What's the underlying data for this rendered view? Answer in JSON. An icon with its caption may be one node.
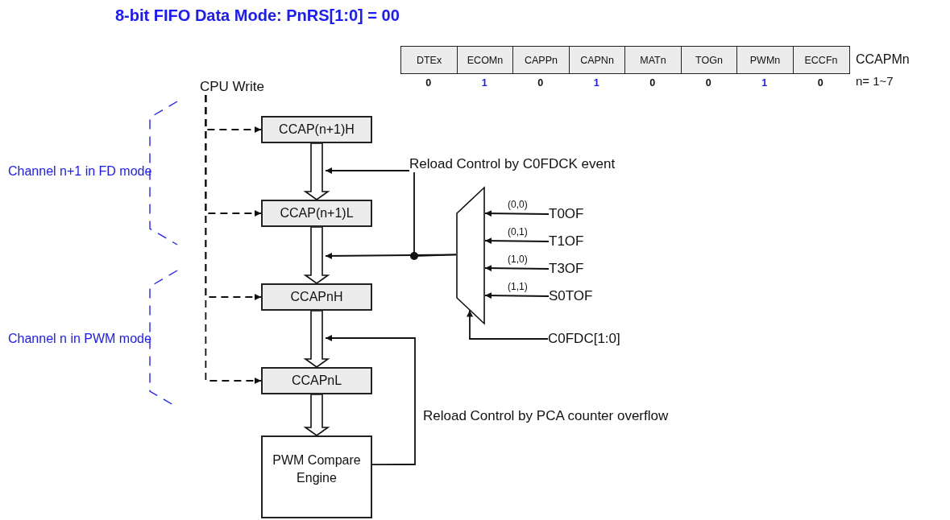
{
  "diagram": {
    "title": "8-bit FIFO Data Mode: PnRS[1:0] = 00",
    "nodes": [
      {
        "text": [
          "CPU Write"
        ]
      },
      {
        "text": [
          "CCAP(n+1)H"
        ]
      },
      {
        "text": [
          "CCAP(n+1)L"
        ]
      },
      {
        "text": [
          "CCAPnH"
        ]
      },
      {
        "text": [
          "CCAPnL"
        ]
      },
      {
        "text": [
          "PWM Compare Engine"
        ]
      },
      {
        "text": [],
        "shape": "trapezoid"
      },
      {
        "text": [
          "T0OF"
        ]
      },
      {
        "text": [
          "T1OF"
        ]
      },
      {
        "text": [
          "T3OF"
        ]
      },
      {
        "text": [
          "S0TOF"
        ]
      },
      {
        "text": [
          "C0FDC[1:0]"
        ]
      }
    ],
    "edges": [
      {
        "from": 0,
        "to": 1,
        "arrow": "to",
        "style": "dashed"
      },
      {
        "from": 0,
        "to": 2,
        "arrow": "to",
        "style": "dashed"
      },
      {
        "from": 0,
        "to": 3,
        "arrow": "to",
        "style": "dashed"
      },
      {
        "from": 0,
        "to": 4,
        "arrow": "to",
        "style": "dashed"
      },
      {
        "from": 1,
        "to": 2,
        "arrow": "to",
        "style": "thick"
      },
      {
        "from": 2,
        "to": 3,
        "arrow": "to",
        "style": "thick"
      },
      {
        "from": 3,
        "to": 4,
        "arrow": "to",
        "style": "thick"
      },
      {
        "from": 4,
        "to": 5,
        "arrow": "to",
        "style": "thick"
      },
      {
        "from": 6,
        "to": null,
        "arrow": "to",
        "label": "Reload Control by C0FDCK event"
      },
      {
        "from": 6,
        "to": null,
        "arrow": "to"
      },
      {
        "from": 7,
        "to": 6,
        "arrow": "to",
        "label": "(0,0)"
      },
      {
        "from": 8,
        "to": 6,
        "arrow": "to",
        "label": "(0,1)"
      },
      {
        "from": 9,
        "to": 6,
        "arrow": "to",
        "label": "(1,0)"
      },
      {
        "from": 10,
        "to": 6,
        "arrow": "to",
        "label": "(1,1)"
      },
      {
        "from": 11,
        "to": 6,
        "arrow": "to"
      },
      {
        "from": 5,
        "to": null,
        "arrow": "to",
        "label": "Reload Control by PCA counter overflow"
      }
    ],
    "labels": [
      "DTEx",
      "ECOMn",
      "CAPPn",
      "CAPNn",
      "MATn",
      "TOGn",
      "PWMn",
      "ECCFn",
      "CCAPMn",
      "0",
      "1",
      "0",
      "1",
      "0",
      "0",
      "1",
      "0",
      "n= 1~7",
      "Channel n+1 in FD mode",
      "Channel n in PWM mode"
    ]
  }
}
